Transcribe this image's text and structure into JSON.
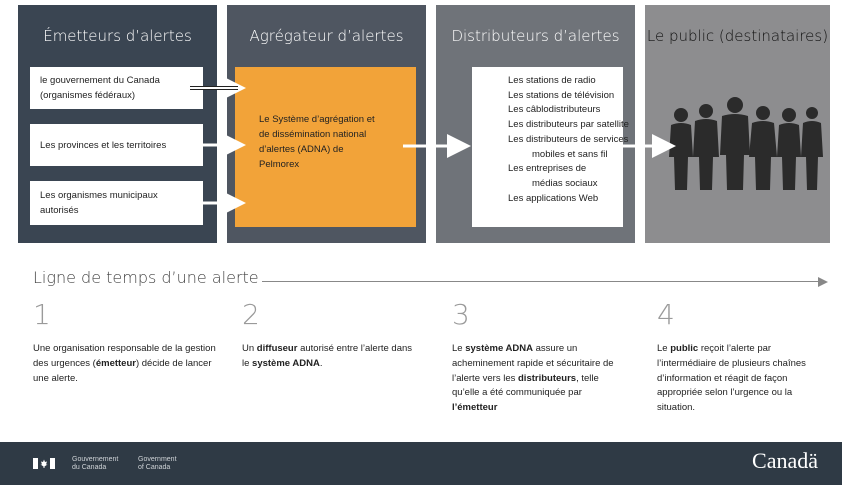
{
  "columns": {
    "emitters": {
      "title": "Émetteurs d’alertes",
      "items": [
        "le gouvernement du Canada",
        "(organismes fédéraux)",
        "Les provinces et les territoires",
        "Les organismes municipaux",
        "autorisés"
      ]
    },
    "aggregator": {
      "title": "Agrégateur d’alertes",
      "lines": [
        "Le Système d’agrégation et",
        "de dissémination national",
        "d’alertes (ADNA) de",
        "Pelmorex"
      ]
    },
    "distributors": {
      "title": "Distributeurs d’alertes",
      "items": [
        "Les stations de radio",
        "Les stations de télévision",
        "Les câblodistributeurs",
        "Les distributeurs par satellite",
        "Les distributeurs de services",
        "mobiles et sans fil",
        "Les entreprises de",
        "médias sociaux",
        "Les applications Web"
      ]
    },
    "public": {
      "title": "Le public (destinataires)"
    }
  },
  "timeline": {
    "title": "Ligne de temps d’une alerte",
    "steps": [
      {
        "number": "1",
        "parts": [
          "Une organisation responsable de la gestion des urgences (",
          "émetteur",
          ") décide de lancer une alerte."
        ]
      },
      {
        "number": "2",
        "parts": [
          "Un ",
          "diffuseur",
          " autorisé entre l’alerte dans le ",
          "système ADNA",
          "."
        ]
      },
      {
        "number": "3",
        "parts": [
          "Le ",
          "système ADNA",
          " assure un acheminement rapide et sécuritaire de l’alerte vers les ",
          "distributeurs",
          ", telle qu’elle a été communiquée par ",
          "l’émetteur",
          ""
        ]
      },
      {
        "number": "4",
        "parts": [
          "Le ",
          "public",
          " reçoit l’alerte par l’intermédiaire de plusieurs chaînes d’information et réagit de façon appropriée selon l’urgence ou la situation."
        ]
      }
    ]
  },
  "footer": {
    "gov_fr_1": "Gouvernement",
    "gov_fr_2": "du Canada",
    "gov_en_1": "Government",
    "gov_en_2": "of Canada",
    "wordmark": "Canadä"
  },
  "colors": {
    "col1": "#3a4552",
    "col2": "#4f5661",
    "col3": "#6f7379",
    "col4": "#8d8d8f",
    "adna_orange": "#f2a339",
    "footer": "#2f3a45"
  }
}
